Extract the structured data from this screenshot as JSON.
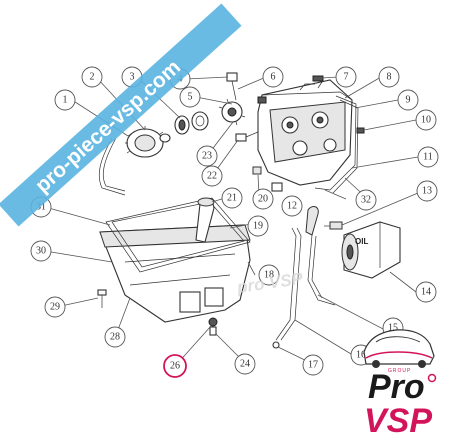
{
  "watermark": {
    "banner_text": "pro-piece-vsp.com",
    "center_text": "pro VSP",
    "banner_color": "#5ab4e0"
  },
  "diagram": {
    "highlight_color": "#d4145a",
    "oil_filter_label": "OIL",
    "callouts": [
      {
        "label": "1"
      },
      {
        "label": "2"
      },
      {
        "label": "3"
      },
      {
        "label": "4"
      },
      {
        "label": "5"
      },
      {
        "label": "6"
      },
      {
        "label": "7"
      },
      {
        "label": "8"
      },
      {
        "label": "9"
      },
      {
        "label": "10"
      },
      {
        "label": "11"
      },
      {
        "label": "12"
      },
      {
        "label": "13"
      },
      {
        "label": "14"
      },
      {
        "label": "15"
      },
      {
        "label": "16"
      },
      {
        "label": "17"
      },
      {
        "label": "18"
      },
      {
        "label": "19"
      },
      {
        "label": "20"
      },
      {
        "label": "21"
      },
      {
        "label": "22"
      },
      {
        "label": "23"
      },
      {
        "label": "24"
      },
      {
        "label": "26",
        "highlighted": true
      },
      {
        "label": "28"
      },
      {
        "label": "29"
      },
      {
        "label": "30"
      },
      {
        "label": "31"
      },
      {
        "label": "32"
      }
    ]
  },
  "logo": {
    "group_text": "GROUP",
    "line1": "Pro",
    "line2": "VSP",
    "accent_color": "#d4145a"
  }
}
